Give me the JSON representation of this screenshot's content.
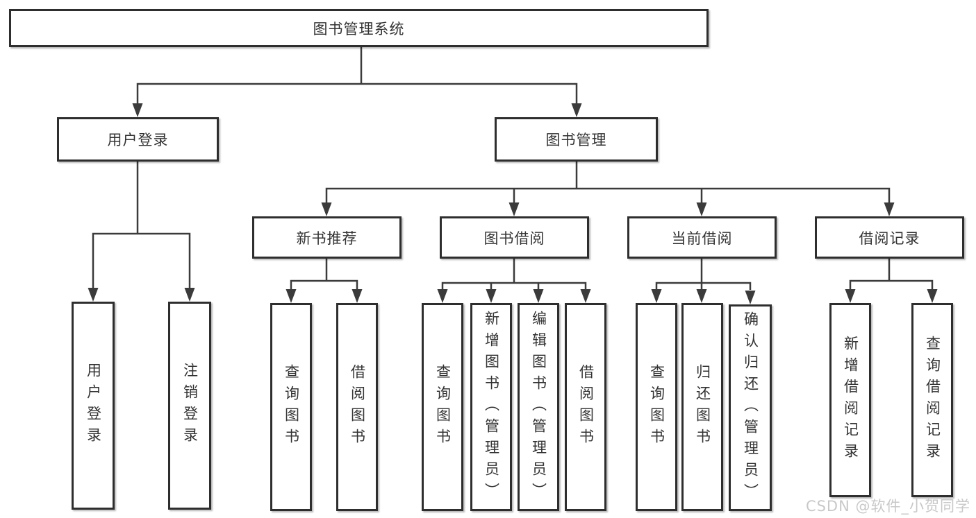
{
  "tree": {
    "root": "图书管理系统",
    "branches": [
      {
        "label": "用户登录",
        "children": [
          {
            "label": "用户登录"
          },
          {
            "label": "注销登录"
          }
        ]
      },
      {
        "label": "图书管理",
        "children": [
          {
            "label": "新书推荐",
            "children": [
              {
                "label": "查询图书"
              },
              {
                "label": "借阅图书"
              }
            ]
          },
          {
            "label": "图书借阅",
            "children": [
              {
                "label": "查询图书"
              },
              {
                "label": "新增图书（管理员）"
              },
              {
                "label": "编辑图书（管理员）"
              },
              {
                "label": "借阅图书"
              }
            ]
          },
          {
            "label": "当前借阅",
            "children": [
              {
                "label": "查询图书"
              },
              {
                "label": "归还图书"
              },
              {
                "label": "确认归还（管理员）"
              }
            ]
          },
          {
            "label": "借阅记录",
            "children": [
              {
                "label": "新增借阅记录"
              },
              {
                "label": "查询借阅记录"
              }
            ]
          }
        ]
      }
    ]
  },
  "watermark": {
    "text": "CSDN @软件_小贺同学"
  },
  "colors": {
    "line": "#3b3b3b",
    "box_border": "#2e2e2e",
    "text": "#333333",
    "background": "#ffffff",
    "watermark": "#bfbfbf"
  }
}
